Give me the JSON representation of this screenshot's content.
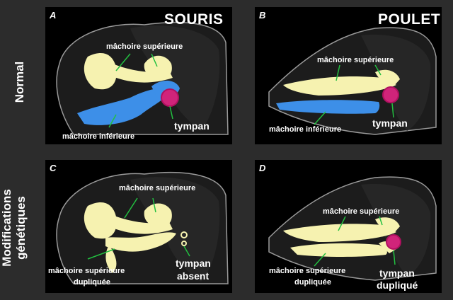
{
  "rows": {
    "normal": "Normal",
    "modified": "Modifications\ngénétiques"
  },
  "panels": {
    "A": {
      "letter": "A",
      "title": "SOURIS",
      "upper_jaw": "mâchoire supérieure",
      "lower_jaw": "mâchoire inférieure",
      "eardrum": "tympan"
    },
    "B": {
      "letter": "B",
      "title": "POULET",
      "upper_jaw": "mâchoire supérieure",
      "lower_jaw": "mâchoire inférieure",
      "eardrum": "tympan"
    },
    "C": {
      "letter": "C",
      "upper_jaw": "mâchoire supérieure",
      "dup_jaw_line1": "mâchoire supérieure",
      "dup_jaw_line2": "dupliquée",
      "eardrum_line1": "tympan",
      "eardrum_line2": "absent"
    },
    "D": {
      "letter": "D",
      "upper_jaw": "mâchoire supérieure",
      "dup_jaw_line1": "mâchoire supérieure",
      "dup_jaw_line2": "dupliquée",
      "eardrum_line1": "tympan",
      "eardrum_line2": "dupliqué"
    }
  },
  "colors": {
    "bone": "#f6f2b0",
    "lower_jaw": "#3d8fe8",
    "eardrum": "#d0247a",
    "leader": "#22c040",
    "skull": "#1c1c1c",
    "outline": "#9a9a9a"
  }
}
